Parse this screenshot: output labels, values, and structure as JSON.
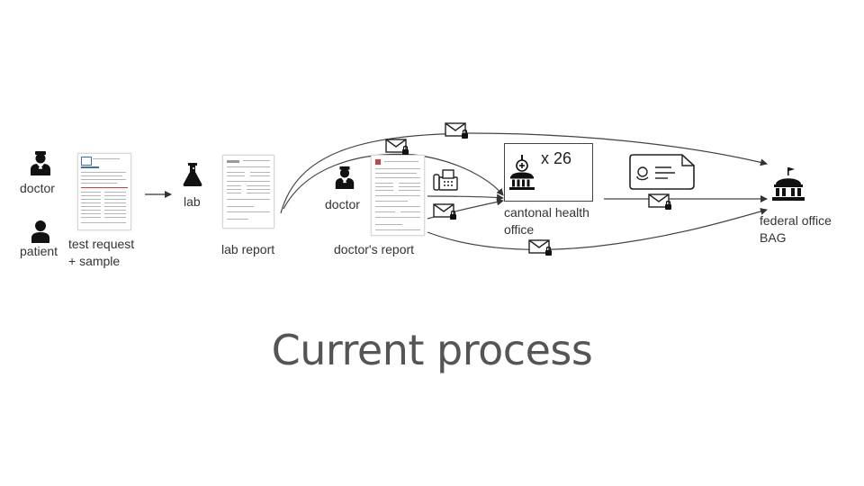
{
  "colors": {
    "ink": "#222222",
    "arrow": "#444444",
    "title": "#555555",
    "doc_accent_blue": "#3d6fb0",
    "doc_accent_red": "#d04040"
  },
  "labels": {
    "doctor_1": "doctor",
    "patient": "patient",
    "test_request_line1": "test request",
    "test_request_line2": "+ sample",
    "lab": "lab",
    "lab_report": "lab report",
    "doctor_2": "doctor",
    "doctors_report": "doctor's report",
    "cantonal_count": "x 26",
    "cantonal_line1": "cantonal health",
    "cantonal_line2": "office",
    "federal_line1": "federal office",
    "federal_line2": "BAG"
  },
  "icons": {
    "doctor": "doctor-icon",
    "patient": "patient-icon",
    "lab": "flask-icon",
    "fax": "fax-icon",
    "government": "government-building-icon",
    "mail": "locked-envelope-icon",
    "note": "note-icon"
  },
  "title": "Current process"
}
